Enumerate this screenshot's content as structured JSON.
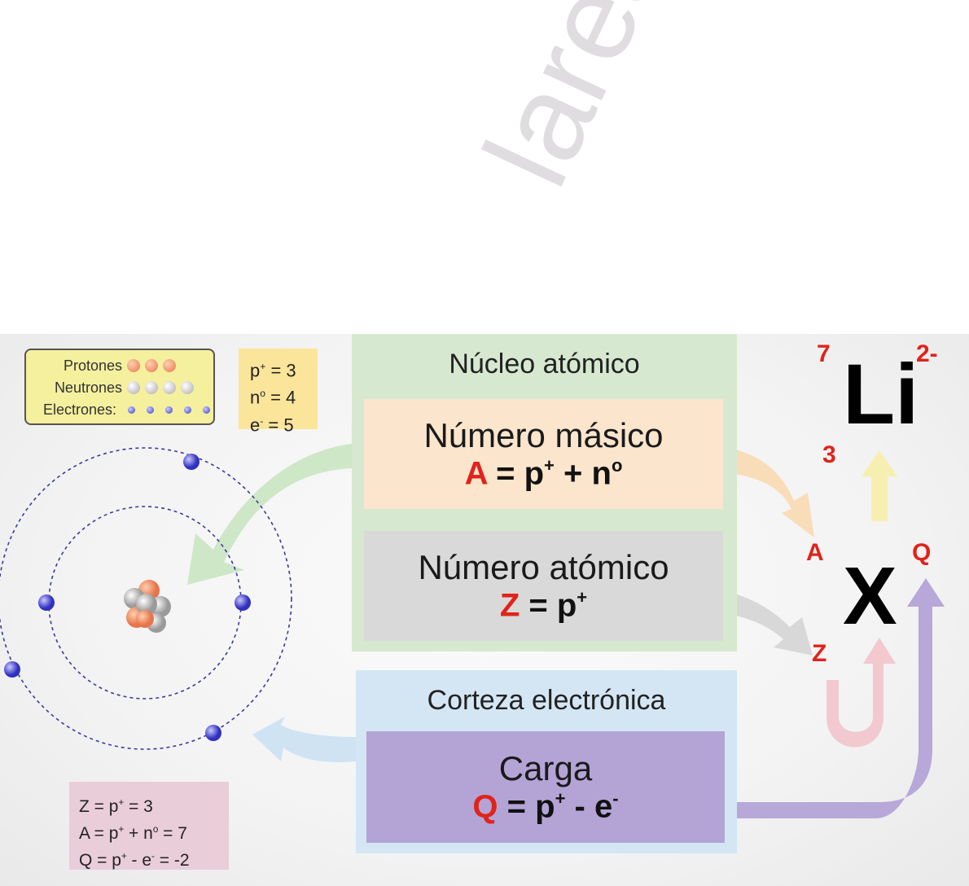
{
  "watermark": "lares.caro",
  "legend": {
    "rows": [
      {
        "label": "Protones",
        "count": 3,
        "kind": "proton"
      },
      {
        "label": "Neutrones",
        "count": 4,
        "kind": "neutron"
      },
      {
        "label": "Electrones:",
        "count": 5,
        "kind": "electron"
      }
    ]
  },
  "counts": {
    "p": {
      "sym": "p",
      "sup": "+",
      "rest": " = 3"
    },
    "n": {
      "sym": "n",
      "sup": "o",
      "rest": " = 4"
    },
    "e": {
      "sym": "e",
      "sup": "-",
      "rest": " = 5"
    }
  },
  "nucleus": {
    "title": "Núcleo atómico",
    "mass": {
      "title": "Número másico",
      "var": "A",
      "eq1": " = p",
      "sup1": "+",
      "eq2": " + n",
      "sup2": "o"
    },
    "atomic": {
      "title": "Número atómico",
      "var": "Z",
      "eq1": " = p",
      "sup1": "+"
    }
  },
  "cortex": {
    "title": "Corteza electrónica",
    "charge": {
      "title": "Carga",
      "var": "Q",
      "eq1": " = p",
      "sup1": "+",
      "eq2": " - e",
      "sup2": "-"
    }
  },
  "summary": {
    "z": {
      "a": "Z = p",
      "sup": "+",
      "b": " = 3"
    },
    "a": {
      "a": "A = p",
      "sup": "+",
      "b": " + n",
      "sup2": "o",
      "c": " = 7"
    },
    "q": {
      "a": "Q = p",
      "sup": "+",
      "b": " - e",
      "sup2": "-",
      "c": " = -2"
    }
  },
  "element": {
    "symbol": "Li",
    "mass": "7",
    "number": "3",
    "charge": "2-"
  },
  "generic": {
    "symbol": "X",
    "mass": "A",
    "number": "Z",
    "charge": "Q"
  },
  "colors": {
    "accent_red": "#e0231b",
    "green": "#d6e9d0",
    "orange": "#fbe5cc",
    "gray": "#d9d9d9",
    "blue": "#d4e6f4",
    "purple": "#b4a4d6"
  }
}
